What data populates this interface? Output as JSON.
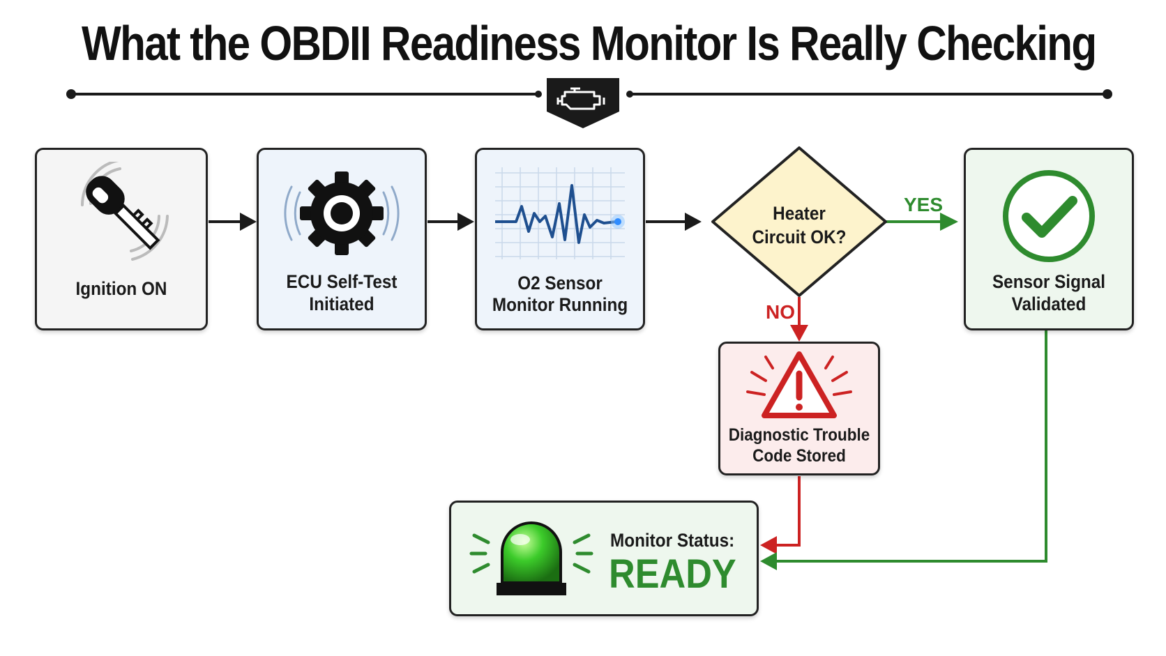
{
  "title": "What the OBDII Readiness Monitor Is Really Checking",
  "header_icon": "check-engine-icon",
  "nodes": {
    "ignition": {
      "label": "Ignition ON",
      "icon": "car-key-icon"
    },
    "ecu": {
      "label_line1": "ECU Self-Test",
      "label_line2": "Initiated",
      "icon": "gear-icon"
    },
    "o2": {
      "label_line1": "O2 Sensor",
      "label_line2": "Monitor Running",
      "icon": "waveform-icon"
    },
    "decision": {
      "label_line1": "Heater",
      "label_line2": "Circuit OK?"
    },
    "validated": {
      "label_line1": "Sensor Signal",
      "label_line2": "Validated",
      "icon": "checkmark-circle-icon"
    },
    "dtc": {
      "label_line1": "Diagnostic Trouble",
      "label_line2": "Code Stored",
      "icon": "warning-triangle-icon"
    },
    "status": {
      "caption": "Monitor Status:",
      "value": "READY",
      "icon": "green-indicator-light-icon"
    }
  },
  "branches": {
    "yes": "YES",
    "no": "NO"
  },
  "colors": {
    "flow": "#1a1a1a",
    "yes": "#2e8b2e",
    "no": "#cc2222",
    "decision_fill": "#fdf3cc",
    "validated_fill": "#eef7ee",
    "dtc_fill": "#fcecec",
    "status_fill": "#eef7ee",
    "process_fill": "#eef4fb"
  }
}
